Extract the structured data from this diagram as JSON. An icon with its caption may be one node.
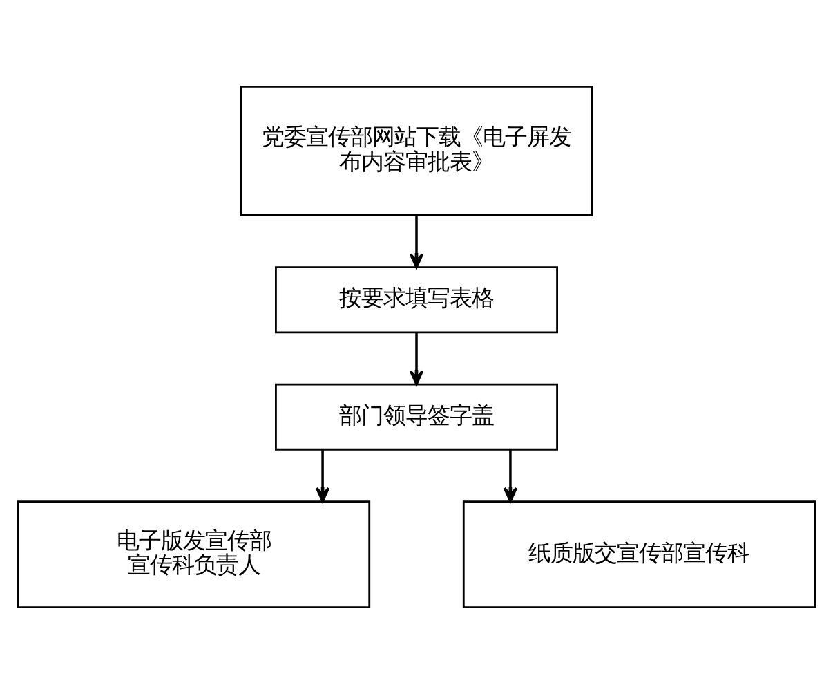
{
  "diagram": {
    "nodes": [
      {
        "text": [
          "党委宣传部网站下载《电子屏发布内容审批表》"
        ]
      },
      {
        "text": [
          "按要求填写表格"
        ]
      },
      {
        "text": [
          "部门领导签字盖"
        ]
      },
      {
        "text": [
          "电子版发宣传部宣传科负责人"
        ]
      },
      {
        "text": [
          "纸质版交宣传部宣传科"
        ]
      }
    ],
    "edges": [
      {
        "from": 0,
        "to": 1,
        "arrow": "to"
      },
      {
        "from": 1,
        "to": 2,
        "arrow": "to"
      },
      {
        "from": 2,
        "to": 3,
        "arrow": "to"
      },
      {
        "from": 2,
        "to": 4,
        "arrow": "to"
      }
    ]
  }
}
